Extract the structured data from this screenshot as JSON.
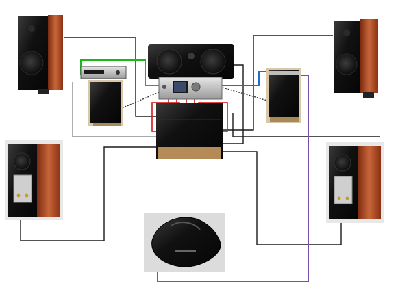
{
  "diagram": {
    "kind": "home-theater-wiring",
    "components": [
      {
        "id": "front-left-speaker",
        "icon": "bookshelf-speaker-icon"
      },
      {
        "id": "front-right-speaker",
        "icon": "bookshelf-speaker-icon"
      },
      {
        "id": "center-speaker",
        "icon": "center-channel-speaker-icon"
      },
      {
        "id": "av-receiver",
        "icon": "receiver-icon"
      },
      {
        "id": "power-amplifier",
        "icon": "amplifier-icon"
      },
      {
        "id": "left-subwoofer",
        "icon": "subwoofer-icon"
      },
      {
        "id": "left-source-player",
        "icon": "disc-player-icon"
      },
      {
        "id": "right-subwoofer",
        "icon": "subwoofer-icon"
      },
      {
        "id": "surround-left-speaker",
        "icon": "bookshelf-speaker-icon"
      },
      {
        "id": "surround-right-speaker",
        "icon": "bookshelf-speaker-icon"
      },
      {
        "id": "wireless-transmitter",
        "icon": "wireless-hub-icon"
      }
    ],
    "wire_colors": {
      "speaker": "#1a1a1a",
      "grey": "#8c8c8c",
      "green": "#18b818",
      "blue": "#1c6fd1",
      "red": "#d01818",
      "purple": "#7b50a8"
    },
    "finish_colors": {
      "wood": "#a0421c",
      "wood_light": "#c8663a",
      "gloss_black": "#121212",
      "silver": "#bfbfbf"
    }
  }
}
